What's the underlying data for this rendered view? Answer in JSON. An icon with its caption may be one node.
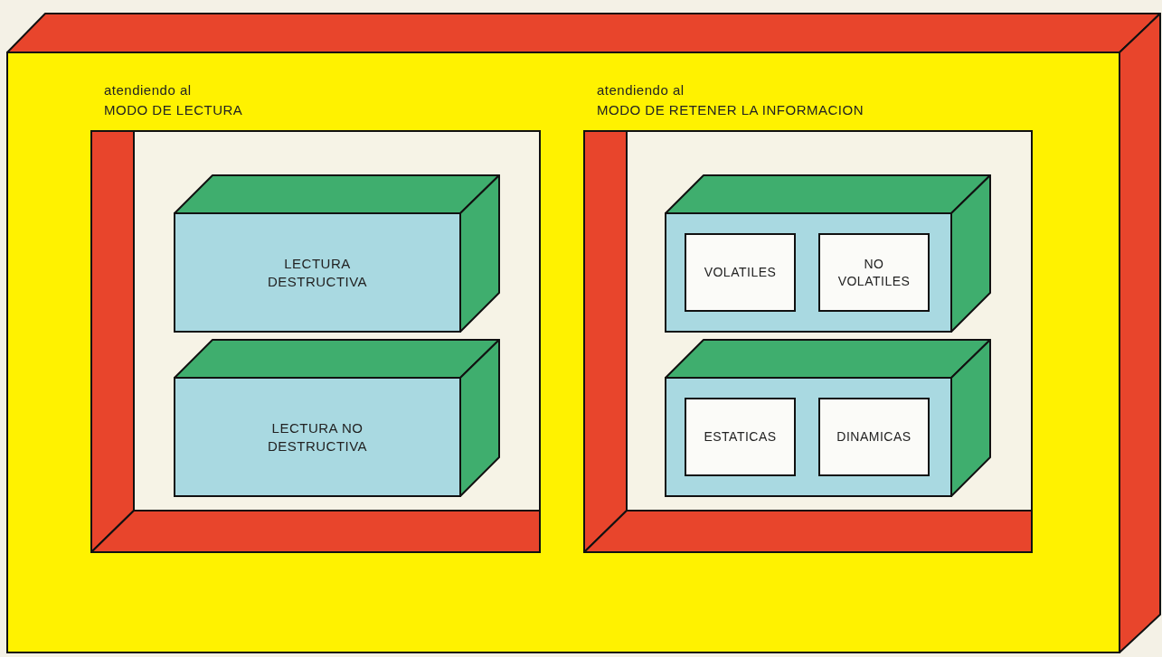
{
  "diagram": {
    "nodes": [
      {
        "text": [],
        "shape": "box"
      },
      {
        "text": [
          "atendiendo al",
          "MODO DE LECTURA"
        ],
        "in": 0
      },
      {
        "text": [
          "LECTURA DESTRUCTIVA"
        ],
        "in": 1
      },
      {
        "text": [
          "LECTURA NO DESTRUCTIVA"
        ],
        "in": 1
      },
      {
        "text": [
          "atendiendo al",
          "MODO DE RETENER LA INFORMACION"
        ],
        "in": 0
      },
      {
        "text": [],
        "shape": "box",
        "in": 4
      },
      {
        "text": [
          "VOLATILES"
        ],
        "in": 5
      },
      {
        "text": [
          "NO VOLATILES"
        ],
        "in": 5
      },
      {
        "text": [],
        "shape": "box",
        "in": 4
      },
      {
        "text": [
          "ESTATICAS"
        ],
        "in": 8
      },
      {
        "text": [
          "DINAMICAS"
        ],
        "in": 8
      }
    ]
  }
}
